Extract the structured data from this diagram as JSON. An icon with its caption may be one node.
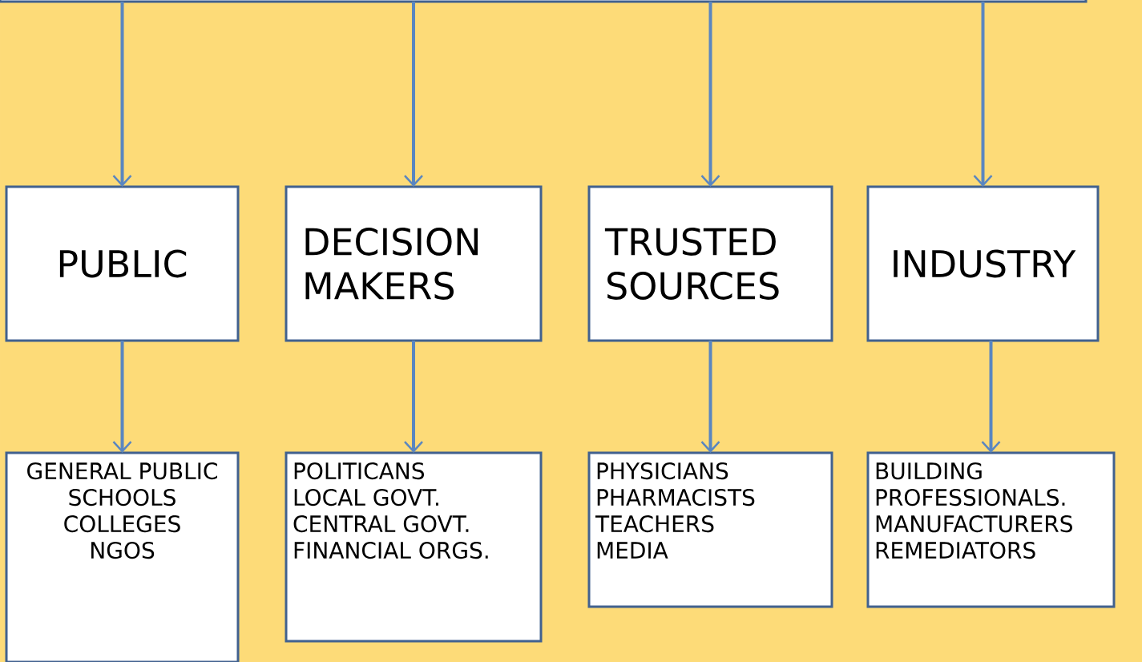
{
  "diagram": {
    "nodes": [
      {
        "text": [],
        "shape": "box"
      },
      {
        "text": [
          "PUBLIC"
        ]
      },
      {
        "text": [
          "DECISION MAKERS"
        ]
      },
      {
        "text": [
          "TRUSTED SOURCES"
        ]
      },
      {
        "text": [
          "INDUSTRY"
        ]
      },
      {
        "text": [
          "GENERAL  PUBLIC",
          "SCHOOLS",
          "COLLEGES",
          "NGOS"
        ]
      },
      {
        "text": [
          "POLITICANS",
          "LOCAL GOVT.",
          "CENTRAL GOVT.",
          "FINANCIAL ORGS."
        ]
      },
      {
        "text": [
          "PHYSICIANS",
          "PHARMACISTS",
          "TEACHERS",
          "MEDIA"
        ]
      },
      {
        "text": [
          "BUILDING PROFESSIONALS.",
          "MANUFACTURERS",
          "REMEDIATORS"
        ]
      }
    ],
    "edges": [
      {
        "from": 0,
        "to": 1,
        "arrow": "to"
      },
      {
        "from": 0,
        "to": 2,
        "arrow": "to"
      },
      {
        "from": 0,
        "to": 3,
        "arrow": "to"
      },
      {
        "from": 0,
        "to": 4,
        "arrow": "to"
      },
      {
        "from": 1,
        "to": 5,
        "arrow": "to"
      },
      {
        "from": 2,
        "to": 6,
        "arrow": "to"
      },
      {
        "from": 3,
        "to": 7,
        "arrow": "to"
      },
      {
        "from": 4,
        "to": 8,
        "arrow": "to"
      }
    ]
  }
}
